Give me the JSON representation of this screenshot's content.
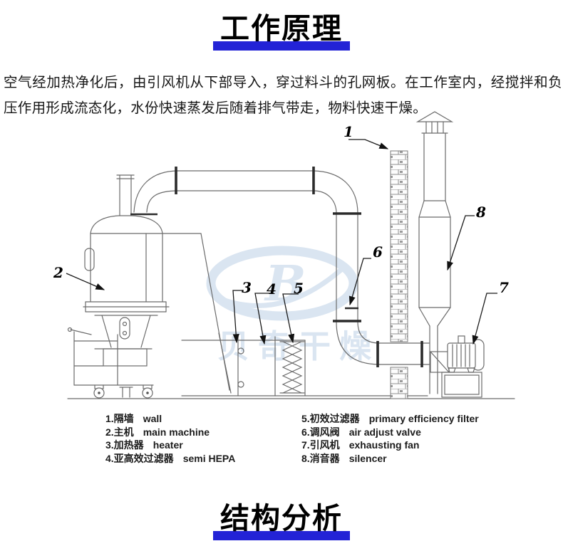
{
  "theme": {
    "accent_color": "#2323d6",
    "drawing_line_color": "#6b6b6b",
    "watermark_color": "#a8c2de"
  },
  "header": {
    "title": "工作原理"
  },
  "intro": {
    "text": "空气经加热净化后，由引风机从下部导入，穿过料斗的孔网板。在工作室内，经搅拌和负压作用形成流态化，水份快速蒸发后随着排气带走，物料快速干燥。"
  },
  "diagram": {
    "callouts": [
      "1",
      "2",
      "3",
      "4",
      "5",
      "6",
      "7",
      "8"
    ]
  },
  "watermark": {
    "letter": "B",
    "text": "贝奇干燥"
  },
  "legend": {
    "items": [
      {
        "zh_label": "1.隔墙",
        "en_label": "wall"
      },
      {
        "zh_label": "2.主机",
        "en_label": "main machine"
      },
      {
        "zh_label": "3.加热器",
        "en_label": "heater"
      },
      {
        "zh_label": "4.亚高效过滤器",
        "en_label": "semi HEPA"
      },
      {
        "zh_label": "5.初效过滤器",
        "en_label": "primary efficiency filter"
      },
      {
        "zh_label": "6.调风阀",
        "en_label": "air adjust valve"
      },
      {
        "zh_label": "7.引风机",
        "en_label": "exhausting fan"
      },
      {
        "zh_label": "8.消音器",
        "en_label": "silencer"
      }
    ]
  },
  "footer": {
    "title": "结构分析"
  }
}
